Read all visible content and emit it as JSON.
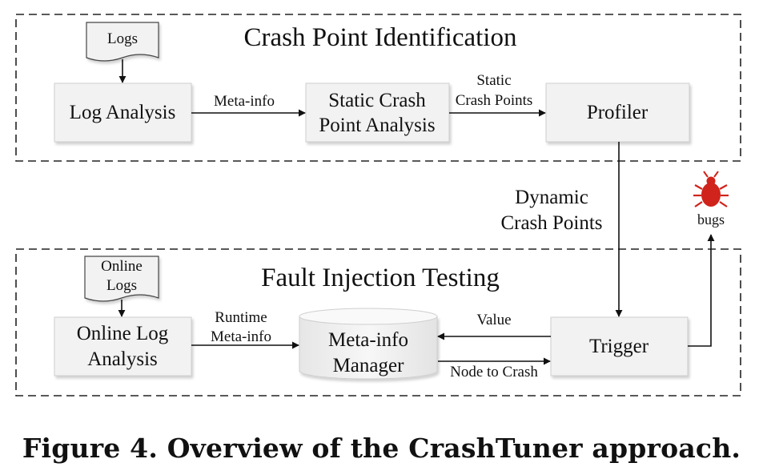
{
  "sections": {
    "top_title": "Crash Point Identification",
    "bottom_title": "Fault Injection Testing"
  },
  "docs": {
    "logs": "Logs",
    "online_logs_line1": "Online",
    "online_logs_line2": "Logs"
  },
  "boxes": {
    "log_analysis": "Log Analysis",
    "static_line1": "Static Crash",
    "static_line2": "Point Analysis",
    "profiler": "Profiler",
    "online_log_line1": "Online Log",
    "online_log_line2": "Analysis",
    "manager_line1": "Meta-info",
    "manager_line2": "Manager",
    "trigger": "Trigger"
  },
  "edges": {
    "meta_info": "Meta-info",
    "static_cp_line1": "Static",
    "static_cp_line2": "Crash Points",
    "dynamic_line1": "Dynamic",
    "dynamic_line2": "Crash Points",
    "runtime_line1": "Runtime",
    "runtime_line2": "Meta-info",
    "value": "Value",
    "node_to_crash": "Node to Crash",
    "bugs": "bugs"
  },
  "icons": {
    "bug": "bug-icon"
  },
  "colors": {
    "box_fill": "#f2f2f2",
    "bug": "#d0231b",
    "line": "#111111"
  },
  "caption": "Figure 4. Overview of the CrashTuner approach."
}
